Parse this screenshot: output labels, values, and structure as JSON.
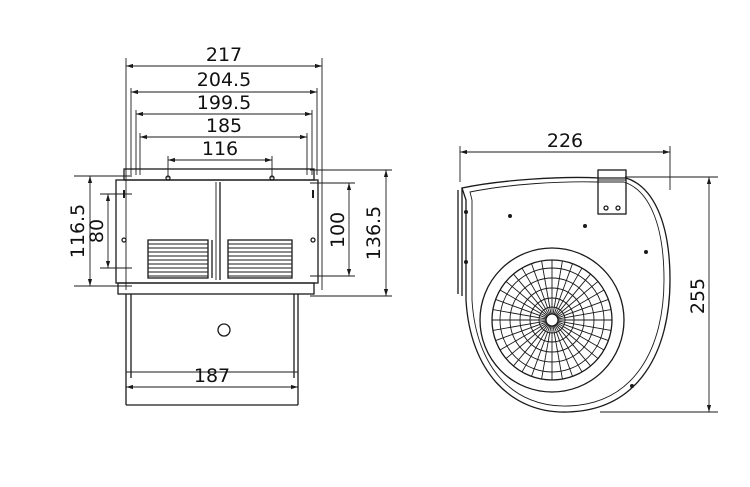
{
  "drawing": {
    "front_view": {
      "overall_width": "217",
      "flange_width": "204.5",
      "hole_span_outer": "199.5",
      "hole_span_inner": "185",
      "top_hole_span": "116",
      "base_width": "187",
      "left_height_outer": "116.5",
      "left_height_inner": "80",
      "right_height_inner": "100",
      "right_height_outer": "136.5"
    },
    "side_view": {
      "width": "226",
      "height": "255"
    }
  }
}
